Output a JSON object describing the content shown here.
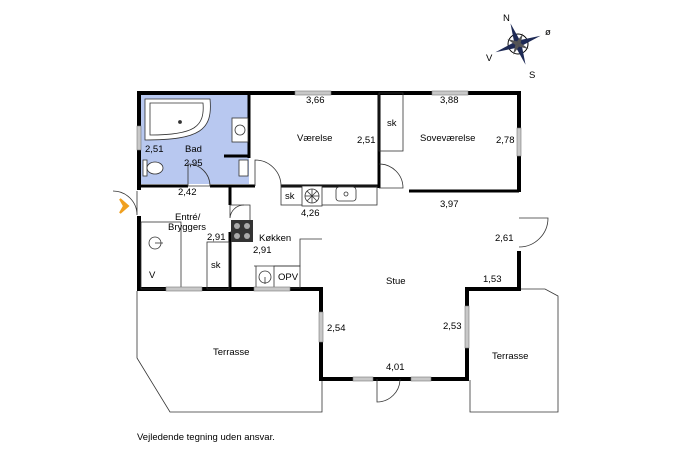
{
  "rooms": {
    "bad": {
      "name": "Bad",
      "dim1": "2,51",
      "dim2": "2,95",
      "fill": "#b8c8f0"
    },
    "vaerelse": {
      "name": "Værelse",
      "dim1": "3,66",
      "dim2": "2,51"
    },
    "sovevaerelse": {
      "name": "Soveværelse",
      "dim1": "3,88",
      "dim2": "2,78",
      "closet": "sk"
    },
    "entre": {
      "name_line1": "Entré/",
      "name_line2": "Bryggers",
      "dim1": "2,42",
      "dim2": "2,91",
      "closet": "sk",
      "fixture": "V"
    },
    "kokken": {
      "name": "Køkken",
      "dim1": "2,91",
      "closet": "sk",
      "dim_counter": "4,26",
      "fixture": "OPV"
    },
    "stue": {
      "name": "Stue",
      "dim_top": "3,97",
      "dim_right": "2,61",
      "dim_step": "1,53",
      "dim_left": "2,54",
      "dim_right2": "2,53",
      "dim_bottom": "4,01"
    },
    "terrasse_left": {
      "name": "Terrasse"
    },
    "terrasse_right": {
      "name": "Terrasse"
    }
  },
  "compass": {
    "n": "N",
    "o": "ø",
    "v": "V",
    "s": "S"
  },
  "disclaimer": "Vejledende tegning uden ansvar.",
  "colors": {
    "wall": "#000000",
    "window": "#9a9a9a",
    "bath": "#b8c8f0",
    "entry_arrow": "#f0a020"
  }
}
